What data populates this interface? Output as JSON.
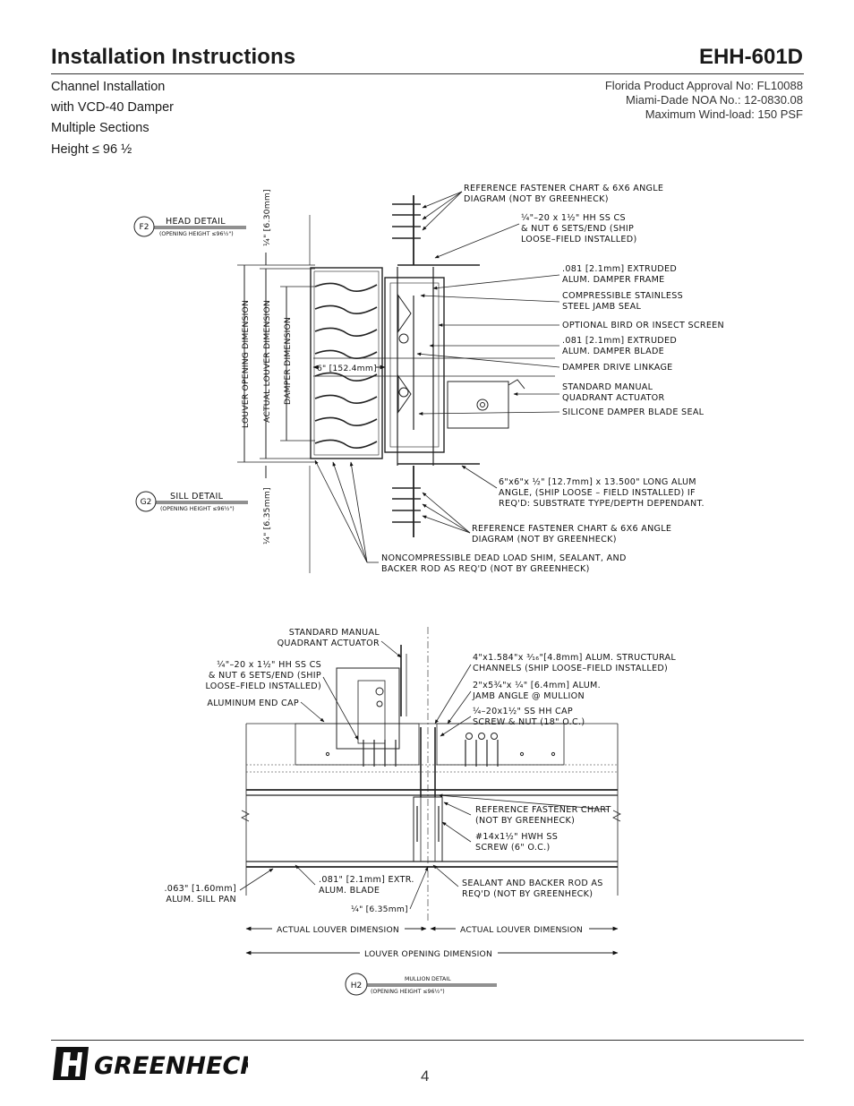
{
  "header": {
    "title": "Installation Instructions",
    "model": "EHH-601D",
    "subtitle_lines": [
      "Channel Installation",
      "with VCD-40 Damper",
      "Multiple Sections",
      "Height ≤ 96 ½"
    ],
    "approval_lines": [
      "Florida Product Approval No: FL10088",
      "Miami-Dade NOA No.: 12-0830.08",
      "Maximum Wind-load: 150 PSF"
    ]
  },
  "detail_f2": {
    "tag": "F2",
    "title": "HEAD DETAIL",
    "subtitle": "(OPENING HEIGHT ≤96½\")",
    "dim_top": "¼\" [6.30mm]",
    "dim_bottom": "¼\" [6.35mm]",
    "dim_louver_opening": "LOUVER OPENING DIMENSION",
    "dim_actual_louver": "ACTUAL LOUVER DIMENSION",
    "dim_damper": "DAMPER DIMENSION",
    "dim_depth": "6\" [152.4mm]",
    "callouts": [
      [
        "REFERENCE FASTENER CHART & 6X6 ANGLE",
        "DIAGRAM (NOT BY GREENHECK)"
      ],
      [
        "¼\"–20 x 1½\" HH SS CS",
        "& NUT 6 SETS/END (SHIP",
        "LOOSE–FIELD INSTALLED)"
      ],
      [
        ".081 [2.1mm] EXTRUDED",
        "ALUM. DAMPER FRAME"
      ],
      [
        "COMPRESSIBLE STAINLESS",
        "STEEL JAMB SEAL"
      ],
      [
        "OPTIONAL BIRD OR INSECT SCREEN"
      ],
      [
        ".081 [2.1mm] EXTRUDED",
        "ALUM. DAMPER BLADE"
      ],
      [
        "DAMPER DRIVE LINKAGE"
      ],
      [
        "STANDARD MANUAL",
        "QUADRANT ACTUATOR"
      ],
      [
        "SILICONE DAMPER BLADE SEAL"
      ],
      [
        "6\"x6\"x ½\" [12.7mm] x 13.500\" LONG ALUM",
        "ANGLE, (SHIP LOOSE – FIELD INSTALLED) IF",
        "REQ'D: SUBSTRATE TYPE/DEPTH DEPENDANT."
      ],
      [
        "REFERENCE FASTENER CHART & 6X6 ANGLE",
        "DIAGRAM (NOT BY GREENHECK)"
      ],
      [
        "NONCOMPRESSIBLE DEAD LOAD SHIM, SEALANT, AND",
        "BACKER ROD AS REQ'D (NOT BY GREENHECK)"
      ]
    ]
  },
  "detail_g2": {
    "tag": "G2",
    "title": "SILL DETAIL",
    "subtitle": "(OPENING HEIGHT ≤96½\")"
  },
  "detail_h2": {
    "tag": "H2",
    "title": "MULLION DETAIL",
    "subtitle": "(OPENING HEIGHT ≤96½\")",
    "left_callouts": [
      [
        "STANDARD MANUAL",
        "QUADRANT ACTUATOR"
      ],
      [
        "¼\"–20 x 1½\" HH SS CS",
        "& NUT 6 SETS/END (SHIP",
        "LOOSE–FIELD INSTALLED)"
      ],
      [
        "ALUMINUM END CAP"
      ],
      [
        ".063\" [1.60mm]",
        "ALUM. SILL PAN"
      ],
      [
        ".081\" [2.1mm] EXTR.",
        "ALUM. BLADE"
      ]
    ],
    "right_callouts": [
      [
        "4\"x1.584\"x ³⁄₁₆\"[4.8mm] ALUM. STRUCTURAL",
        "CHANNELS (SHIP LOOSE–FIELD INSTALLED)"
      ],
      [
        "2\"x5¾\"x ¼\" [6.4mm] ALUM.",
        "JAMB ANGLE @ MULLION"
      ],
      [
        "¼–20x1½\" SS HH CAP",
        "SCREW & NUT (18\" O.C.)"
      ],
      [
        "REFERENCE FASTENER CHART",
        "(NOT BY GREENHECK)"
      ],
      [
        "#14x1½\" HWH SS",
        "SCREW (6\" O.C.)"
      ],
      [
        "SEALANT AND BACKER ROD AS",
        "REQ'D (NOT BY GREENHECK)"
      ]
    ],
    "dim_gap": "¼\" [6.35mm]",
    "dim_actual_left": "ACTUAL LOUVER DIMENSION",
    "dim_actual_right": "ACTUAL LOUVER DIMENSION",
    "dim_opening": "LOUVER OPENING DIMENSION"
  },
  "footer": {
    "logo_text": "GREENHECK",
    "page_number": "4"
  }
}
